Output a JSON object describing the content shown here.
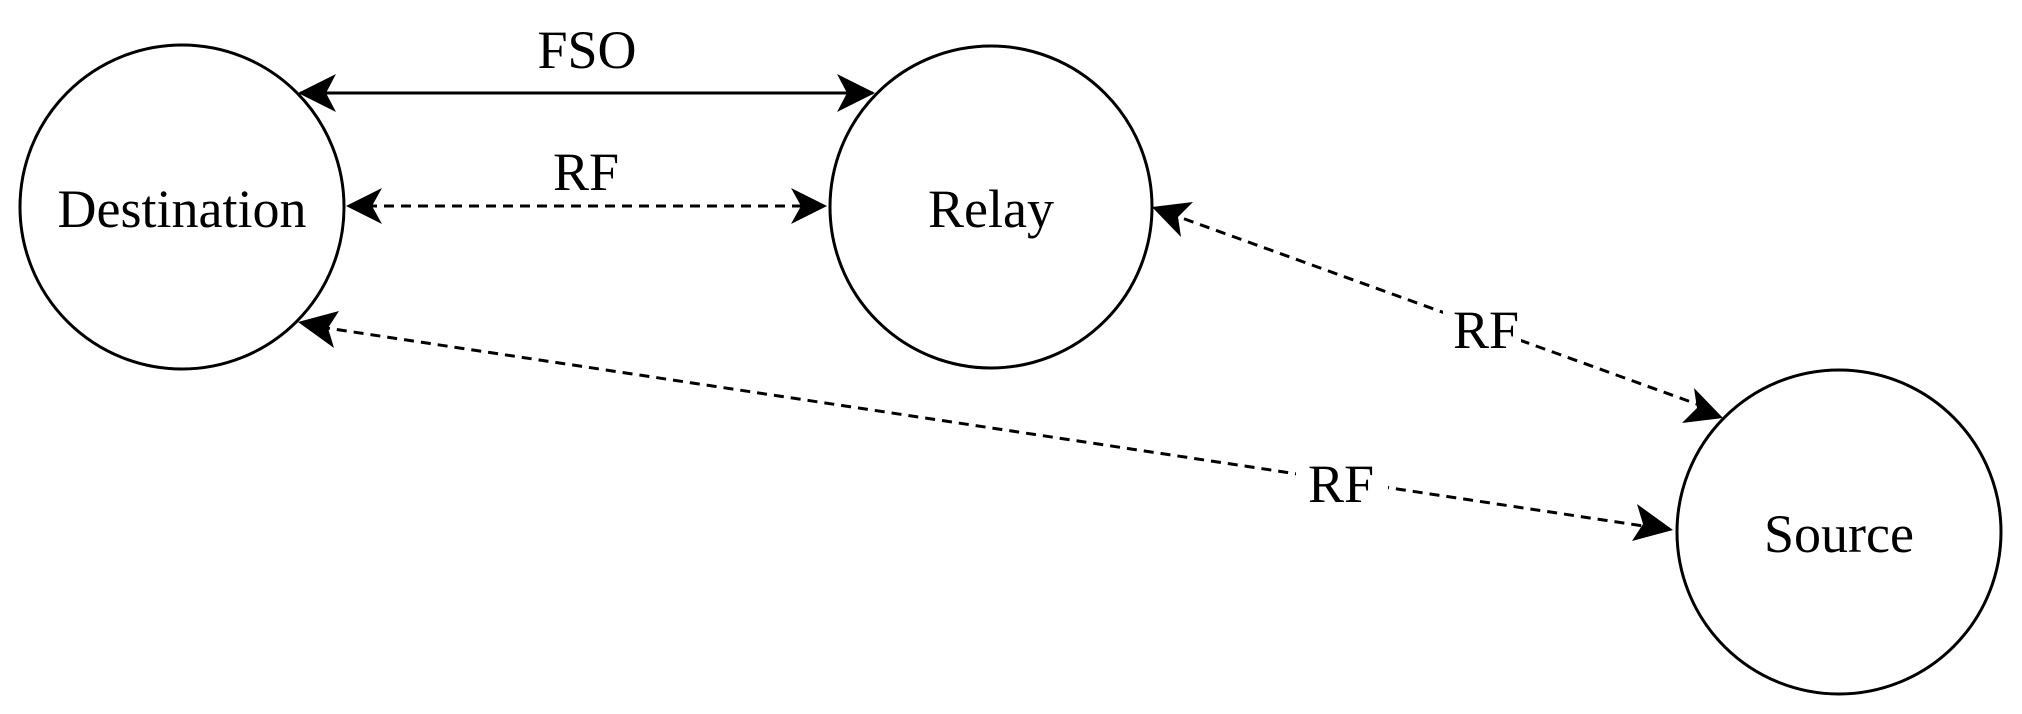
{
  "nodes": {
    "destination": {
      "label": "Destination"
    },
    "relay": {
      "label": "Relay"
    },
    "source": {
      "label": "Source"
    }
  },
  "edges": {
    "destination_relay_fso": {
      "label": "FSO",
      "style": "solid"
    },
    "destination_relay_rf": {
      "label": "RF",
      "style": "dashed"
    },
    "relay_source_rf": {
      "label": "RF",
      "style": "dashed"
    },
    "destination_source_rf": {
      "label": "RF",
      "style": "dashed"
    }
  }
}
